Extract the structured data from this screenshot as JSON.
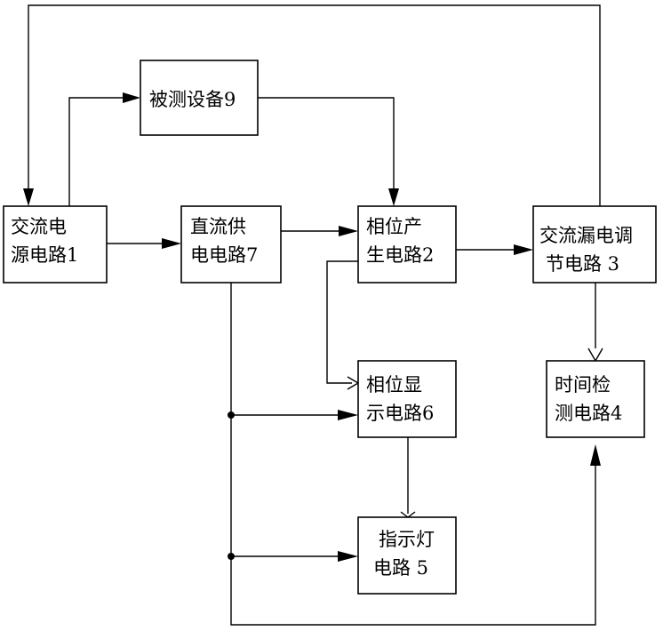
{
  "blocks": {
    "ac_power": {
      "line1": "交流电",
      "line2": "源电路1"
    },
    "dc_supply": {
      "line1": "直流供",
      "line2": "电电路7"
    },
    "phase_gen": {
      "line1": "相位产",
      "line2": "生电路2"
    },
    "ac_leak": {
      "line1": "交流漏电调",
      "line2": "节电路 3"
    },
    "dut": {
      "line1": "被测设备9"
    },
    "phase_display": {
      "line1": "相位显",
      "line2": "示电路6"
    },
    "time_detect": {
      "line1": "时间检",
      "line2": "测电路4"
    },
    "indicator": {
      "line1": "指示灯",
      "line2": "电路 5"
    }
  }
}
